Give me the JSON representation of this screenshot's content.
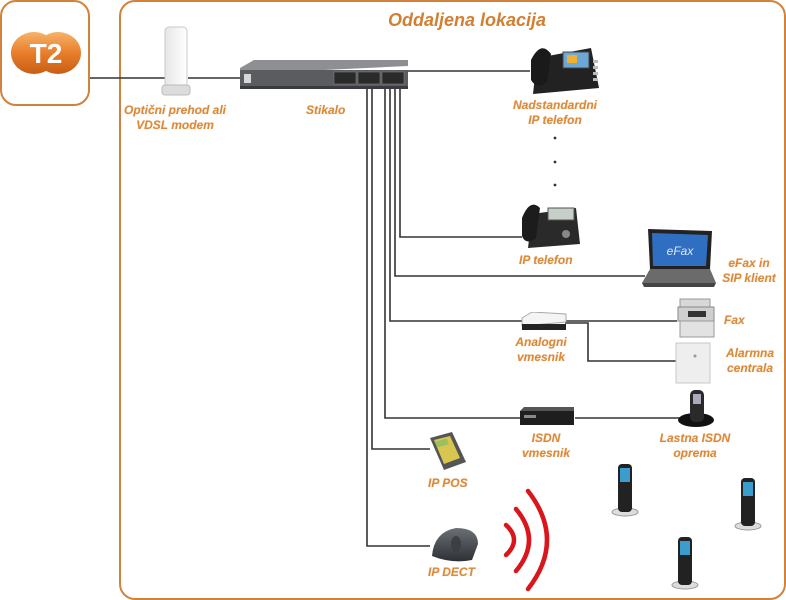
{
  "diagram": {
    "provider_logo": {
      "text": "T2",
      "color": "#e87e2a"
    },
    "remote_location_title": "Oddaljena lokacija",
    "colors": {
      "border": "#d2823a",
      "label": "#d98a3c",
      "wire": "#333333",
      "signal": "#d9161c"
    },
    "nodes": {
      "modem": {
        "label_line1": "Optični prehod ali",
        "label_line2": "VDSL modem"
      },
      "switch": {
        "label": "Stikalo"
      },
      "premium_phone": {
        "label_line1": "Nadstandardni",
        "label_line2": "IP telefon"
      },
      "ip_phone": {
        "label": "IP telefon"
      },
      "laptop": {
        "label_line1": "eFax in",
        "label_line2": "SIP klient",
        "screen_text": "eFax"
      },
      "fax": {
        "label": "Fax"
      },
      "alarm": {
        "label_line1": "Alarmna",
        "label_line2": "centrala"
      },
      "analog_adapter": {
        "label_line1": "Analogni",
        "label_line2": "vmesnik"
      },
      "isdn_adapter": {
        "label_line1": "ISDN",
        "label_line2": "vmesnik"
      },
      "isdn_equipment": {
        "label_line1": "Lastna ISDN",
        "label_line2": "oprema"
      },
      "ip_pos": {
        "label": "IP POS"
      },
      "ip_dect": {
        "label": "IP DECT"
      }
    }
  }
}
